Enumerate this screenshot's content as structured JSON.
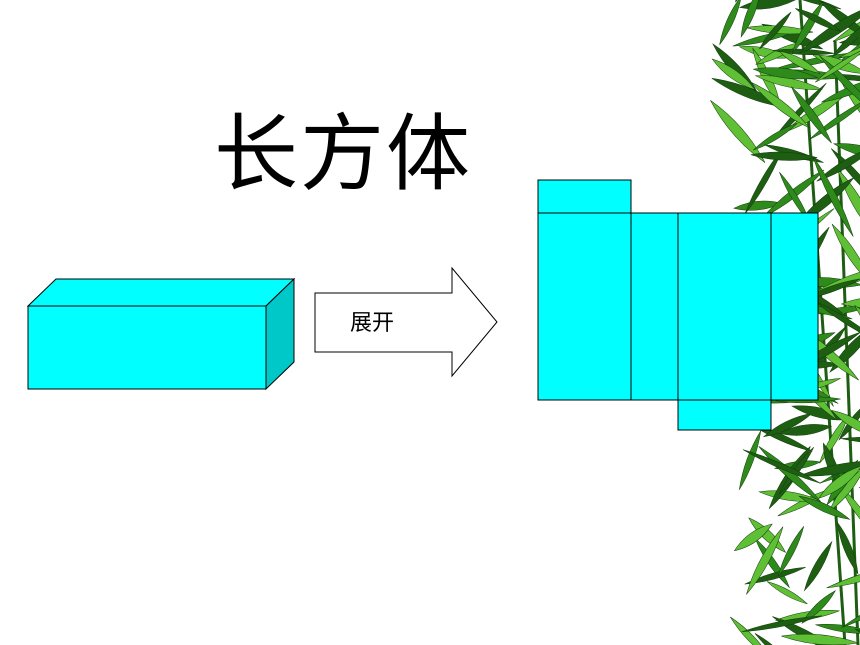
{
  "slide": {
    "title": "长方体",
    "arrow_label": "展开"
  },
  "colors": {
    "face_cyan": "#00FFFF",
    "side_dark_cyan": "#00C8C8",
    "stroke": "#000000",
    "leaf_dark": "#1d5e12",
    "leaf_mid": "#2f8a1c",
    "leaf_light": "#5fbf35"
  },
  "icons": {
    "decoration": "bamboo-leaves-decoration",
    "arrow": "right-block-arrow"
  }
}
